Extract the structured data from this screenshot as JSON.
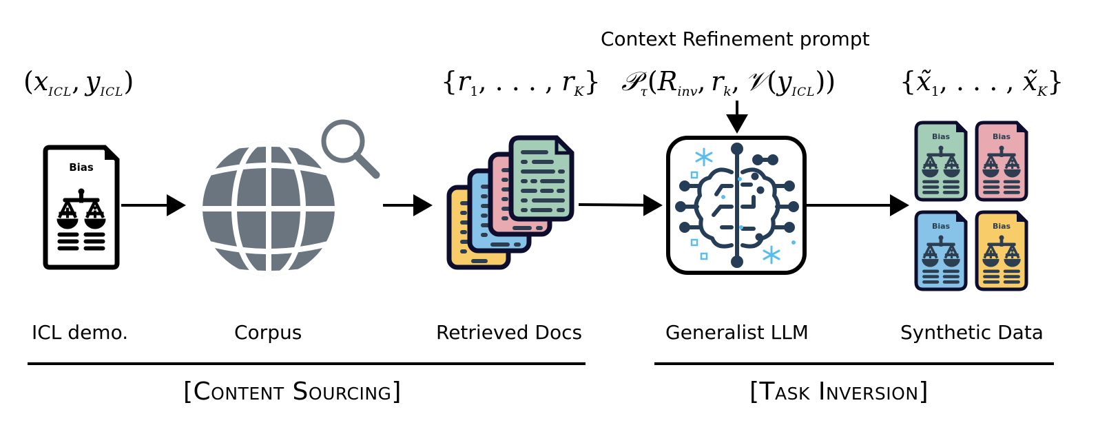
{
  "figure": {
    "stages": [
      {
        "id": "icl",
        "label": "ICL demo.",
        "notation": {
          "x": "x",
          "y": "y",
          "sub": "ICL"
        }
      },
      {
        "id": "corpus",
        "label": "Corpus"
      },
      {
        "id": "retrieved",
        "label": "Retrieved Docs",
        "notation": "{r₁, . . . , r_K}"
      },
      {
        "id": "llm",
        "label": "Generalist LLM"
      },
      {
        "id": "synthetic",
        "label": "Synthetic Data",
        "notation": "{x̃₁, . . . , x̃_K}"
      }
    ],
    "prompt": {
      "title": "Context Refinement prompt",
      "formula": "P_τ(R_inv, r_k, V(y_ICL))"
    },
    "sections": [
      {
        "id": "content-sourcing",
        "label": "[Content Sourcing]"
      },
      {
        "id": "task-inversion",
        "label": "[Task Inversion]"
      }
    ],
    "doc_badge_text": "Bias",
    "colors": {
      "globe": "#6b7580",
      "navy": "#0d0d2e",
      "line_dark": "#2c3e50",
      "green": "#a3cdb6",
      "pink": "#e8a9b1",
      "blue": "#87c3e8",
      "yellow": "#f7cc69",
      "brain": "#253d57",
      "brain_accent": "#5bbcef"
    },
    "math": {
      "icl_sub": "ICL",
      "r": "r",
      "one": "1",
      "K": "K",
      "dots": ", . . . , ",
      "open": "{",
      "close": "}",
      "lparen": "(",
      "rparen": ")",
      "comma": ",",
      "P": "𝒫",
      "tau": "τ",
      "R": "R",
      "inv": "inv",
      "k": "k",
      "V": "𝒱",
      "xt": "x̃",
      "y": "y",
      "x": "x"
    }
  }
}
